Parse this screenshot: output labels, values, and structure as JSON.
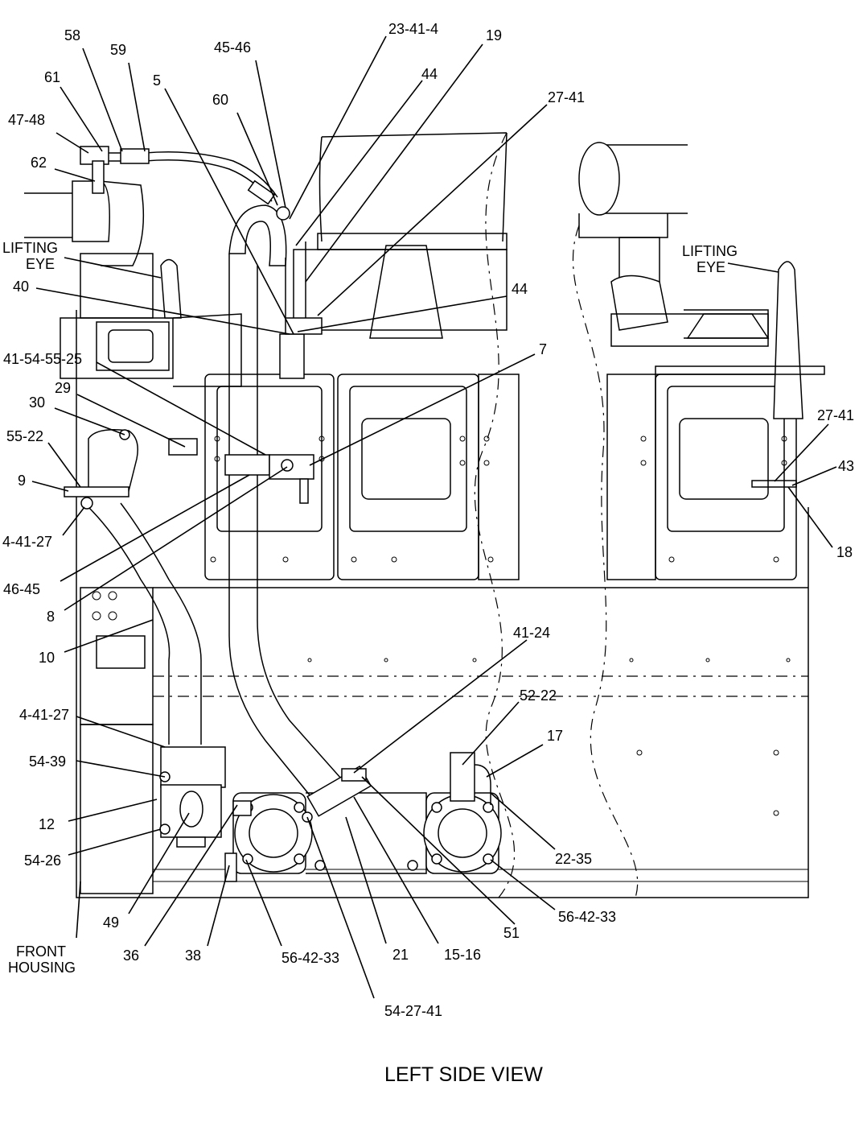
{
  "view_title": "LEFT SIDE VIEW",
  "callouts": [
    {
      "id": "c58",
      "text": "58"
    },
    {
      "id": "c59",
      "text": "59"
    },
    {
      "id": "c61",
      "text": "61"
    },
    {
      "id": "c47_48",
      "text": "47-48"
    },
    {
      "id": "c62",
      "text": "62"
    },
    {
      "id": "c5",
      "text": "5"
    },
    {
      "id": "c60",
      "text": "60"
    },
    {
      "id": "c45_46",
      "text": "45-46"
    },
    {
      "id": "c23_41_4",
      "text": "23-41-4"
    },
    {
      "id": "c19",
      "text": "19"
    },
    {
      "id": "c44a",
      "text": "44"
    },
    {
      "id": "c27_41a",
      "text": "27-41"
    },
    {
      "id": "c40",
      "text": "40"
    },
    {
      "id": "c44b",
      "text": "44"
    },
    {
      "id": "c41_54_55_25",
      "text": "41-54-55-25"
    },
    {
      "id": "c29",
      "text": "29"
    },
    {
      "id": "c7",
      "text": "7"
    },
    {
      "id": "c30",
      "text": "30"
    },
    {
      "id": "c55_22",
      "text": "55-22"
    },
    {
      "id": "c9",
      "text": "9"
    },
    {
      "id": "c4_41_27a",
      "text": "4-41-27"
    },
    {
      "id": "c46_45",
      "text": "46-45"
    },
    {
      "id": "c8",
      "text": "8"
    },
    {
      "id": "c10",
      "text": "10"
    },
    {
      "id": "c27_41b",
      "text": "27-41"
    },
    {
      "id": "c43",
      "text": "43"
    },
    {
      "id": "c18",
      "text": "18"
    },
    {
      "id": "c41_24",
      "text": "41-24"
    },
    {
      "id": "c52_22",
      "text": "52-22"
    },
    {
      "id": "c17",
      "text": "17"
    },
    {
      "id": "c4_41_27b",
      "text": "4-41-27"
    },
    {
      "id": "c54_39",
      "text": "54-39"
    },
    {
      "id": "c12",
      "text": "12"
    },
    {
      "id": "c54_26",
      "text": "54-26"
    },
    {
      "id": "c22_35",
      "text": "22-35"
    },
    {
      "id": "c56_42_33a",
      "text": "56-42-33"
    },
    {
      "id": "c49",
      "text": "49"
    },
    {
      "id": "c36",
      "text": "36"
    },
    {
      "id": "c38",
      "text": "38"
    },
    {
      "id": "c56_42_33b",
      "text": "56-42-33"
    },
    {
      "id": "c21",
      "text": "21"
    },
    {
      "id": "c15_16",
      "text": "15-16"
    },
    {
      "id": "c51",
      "text": "51"
    },
    {
      "id": "c54_27_41",
      "text": "54-27-41"
    }
  ],
  "notes": [
    {
      "id": "lifting_eye_left",
      "line1": "LIFTING",
      "line2": "EYE"
    },
    {
      "id": "lifting_eye_right",
      "line1": "LIFTING",
      "line2": "EYE"
    },
    {
      "id": "front_housing",
      "line1": "FRONT",
      "line2": "HOUSING"
    }
  ]
}
